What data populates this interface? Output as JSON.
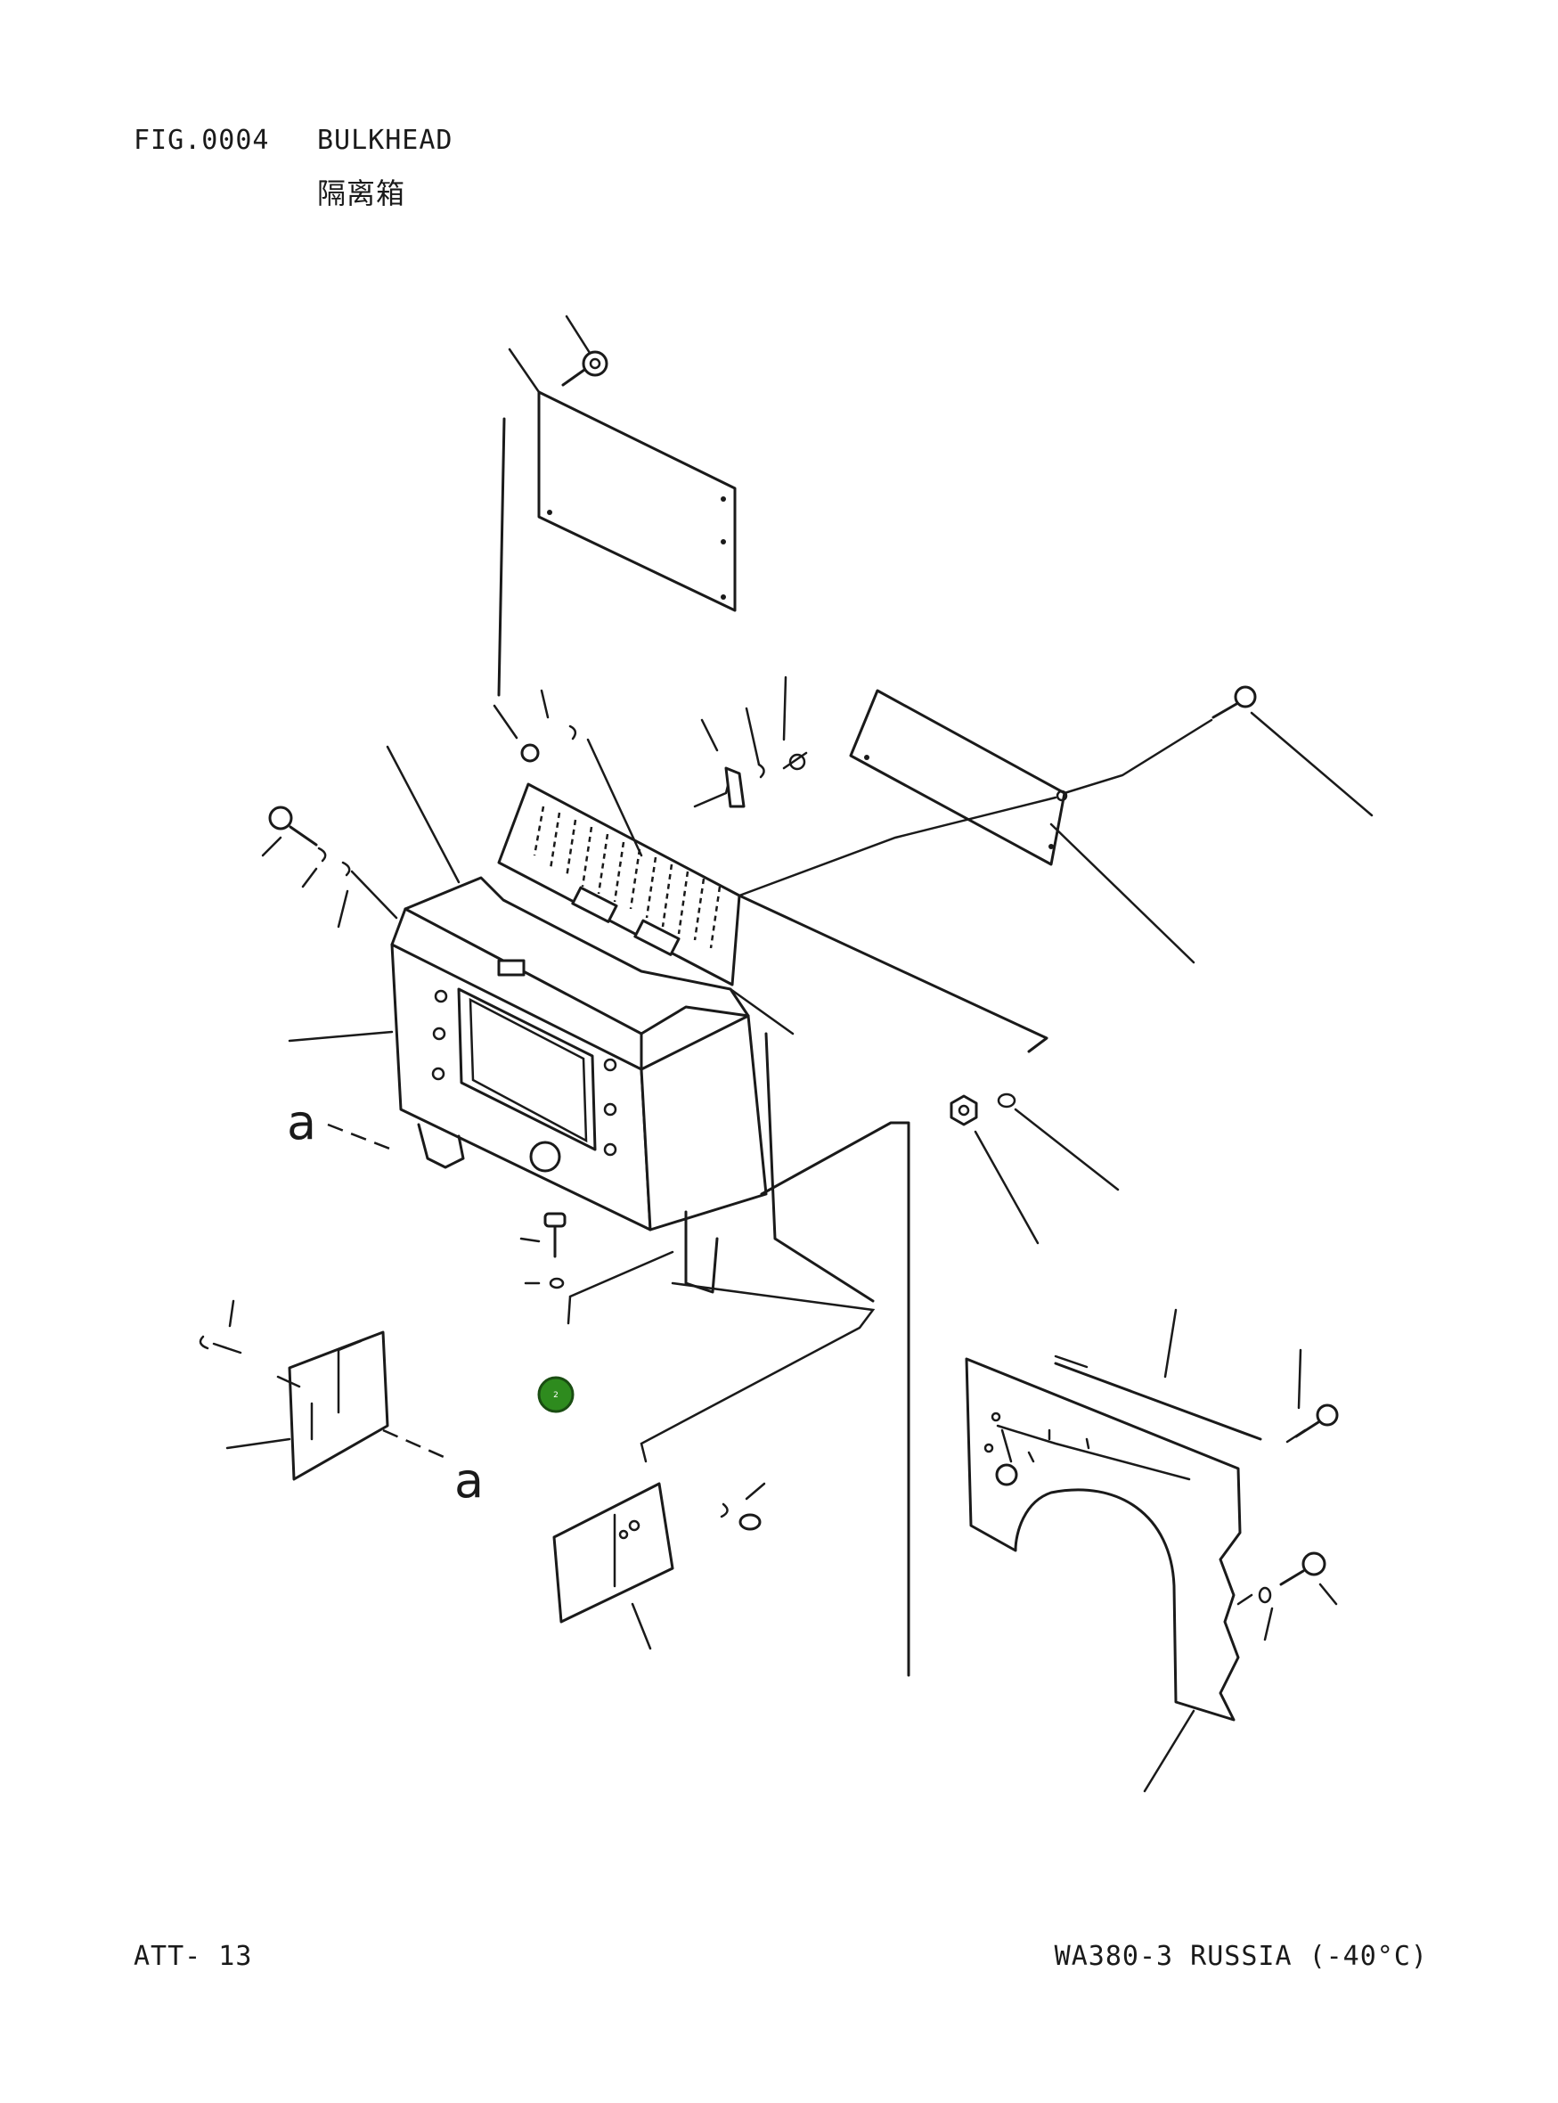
{
  "header": {
    "fig_number": "FIG.0004",
    "title": "BULKHEAD",
    "title_cn": "隔离箱"
  },
  "footer": {
    "page_ref": "ATT- 13",
    "model_ref": "WA380-3 RUSSIA (-40°C)"
  },
  "callouts": {
    "letter_a_left": "a",
    "letter_a_bottom": "a"
  },
  "marker": {
    "label": "2",
    "color": "#2e8b1e",
    "border": "#1a4d12"
  }
}
